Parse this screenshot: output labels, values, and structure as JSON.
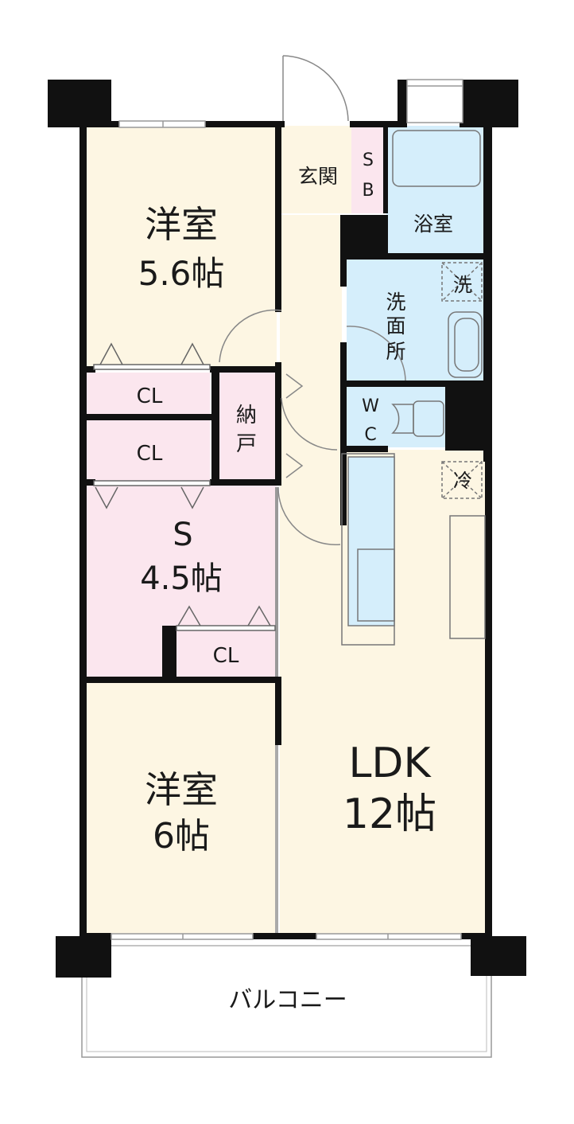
{
  "rooms": {
    "western_room_1": {
      "name": "洋室",
      "size": "5.6帖"
    },
    "entrance": "玄関",
    "shoe_box": [
      "S",
      "B"
    ],
    "bathroom": "浴室",
    "washing_machine": "洗",
    "washroom": [
      "洗",
      "面",
      "所"
    ],
    "toilet": [
      "W",
      "C"
    ],
    "refrigerator": "冷",
    "closet_1": "CL",
    "closet_2": "CL",
    "storage": [
      "納",
      "戸"
    ],
    "service_room": {
      "name": "S",
      "size": "4.5帖"
    },
    "closet_3": "CL",
    "western_room_2": {
      "name": "洋室",
      "size": "6帖"
    },
    "ldk": {
      "name": "LDK",
      "size": "12帖"
    },
    "balcony": "バルコニー"
  },
  "colors": {
    "living_fill": "#fdf6e3",
    "storage_fill": "#fbe6ee",
    "water_fill": "#d5eefb",
    "wall": "#111111"
  }
}
